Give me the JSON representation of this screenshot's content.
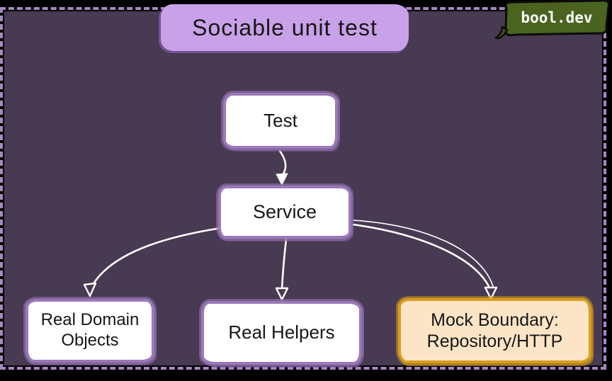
{
  "badge": {
    "label": "bool.dev"
  },
  "diagram": {
    "title": "Sociable unit test",
    "nodes": [
      {
        "id": "test",
        "label": "Test"
      },
      {
        "id": "service",
        "label": "Service"
      },
      {
        "id": "real-domain-objects",
        "label": "Real Domain Objects"
      },
      {
        "id": "real-helpers",
        "label": "Real Helpers"
      },
      {
        "id": "mock-boundary",
        "label": "Mock Boundary: Repository/HTTP"
      }
    ],
    "edges": [
      {
        "from": "test",
        "to": "service"
      },
      {
        "from": "service",
        "to": "real-domain-objects"
      },
      {
        "from": "service",
        "to": "real-helpers"
      },
      {
        "from": "service",
        "to": "mock-boundary"
      }
    ]
  },
  "colors": {
    "outer_background": "#000000",
    "board": "#473a52",
    "board_dash": "#a888c6",
    "title_fill": "#c9a1e8",
    "node_fill": "#ffffff",
    "node_border": "#9b79b8",
    "mock_fill": "#fce5c6",
    "mock_border": "#d79f1e",
    "badge_fill": "#4a631f",
    "arrow": "#ffffff",
    "text": "#161616"
  }
}
